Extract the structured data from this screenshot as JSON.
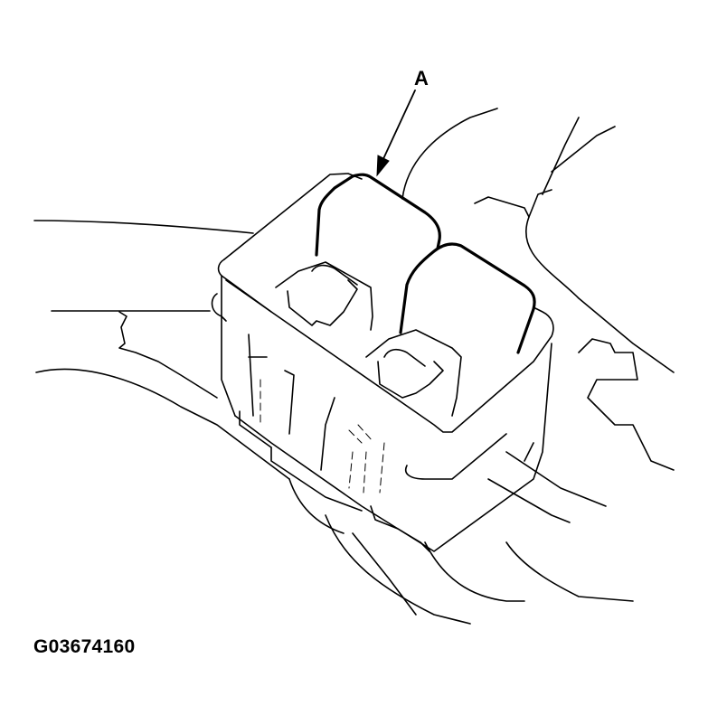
{
  "diagram": {
    "subject": "relay box with two relays",
    "callouts": [
      {
        "label": "A",
        "target": "relay"
      }
    ],
    "figure_id": "G03674160",
    "colors": {
      "line": "#000000",
      "background": "#ffffff"
    }
  }
}
